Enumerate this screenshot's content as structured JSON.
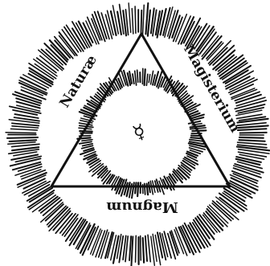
{
  "emblem": {
    "labels": {
      "left": "Naturæ",
      "right": "Magisterium",
      "bottom": "Magnum"
    },
    "center_symbol": "☿",
    "ink_color": "#111111",
    "background_color": "#ffffff"
  }
}
